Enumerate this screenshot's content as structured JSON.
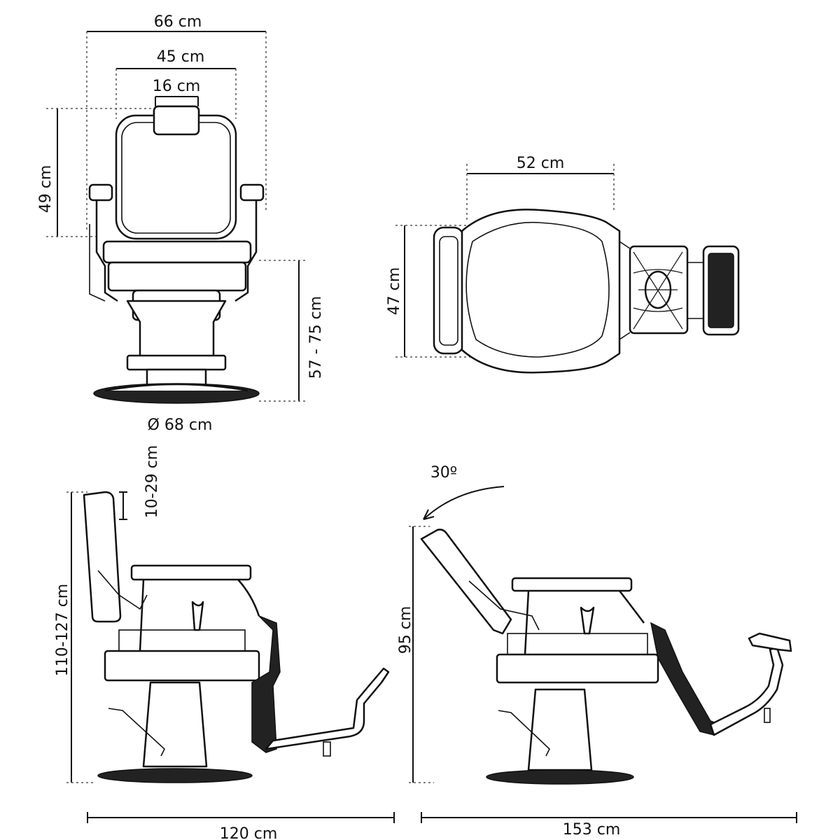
{
  "front_view": {
    "width_overall": "66 cm",
    "width_seat": "45 cm",
    "width_headrest": "16 cm",
    "height_back": "49 cm",
    "height_seat": "57 - 75 cm",
    "base_diameter": "Ø 68 cm"
  },
  "top_view": {
    "width": "52 cm",
    "depth": "47 cm"
  },
  "side_view_upright": {
    "total_height": "110-127 cm",
    "headrest_adjust": "10-29 cm",
    "length": "120 cm"
  },
  "side_view_reclined": {
    "recline_angle": "30º",
    "height": "95 cm",
    "length": "153 cm"
  }
}
